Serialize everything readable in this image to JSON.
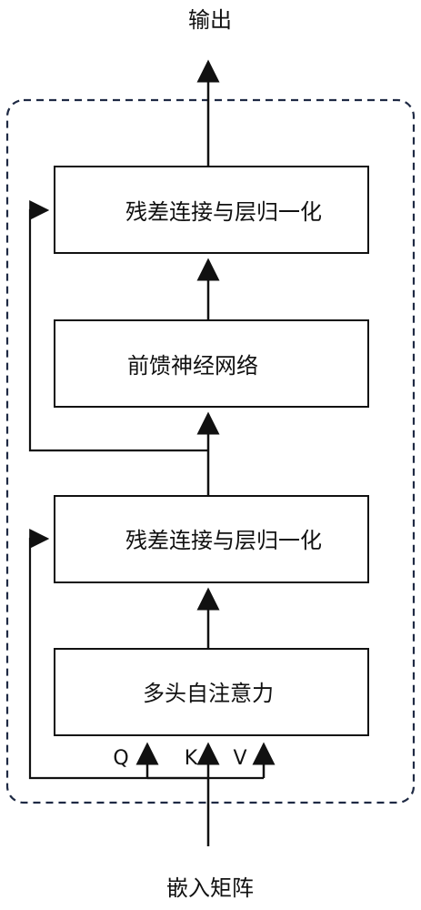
{
  "output_label": "输出",
  "input_label": "嵌入矩阵",
  "blocks": {
    "add_norm_top": "残差连接与层归一化",
    "feed_forward": "前馈神经网络",
    "add_norm_bottom": "残差连接与层归一化",
    "multi_head_attention": "多头自注意力"
  },
  "qkv": {
    "q": "Q",
    "k": "K",
    "v": "V"
  },
  "colors": {
    "line": "#111111",
    "dashed_border": "#1f2a44",
    "box_fill": "#ffffff"
  }
}
